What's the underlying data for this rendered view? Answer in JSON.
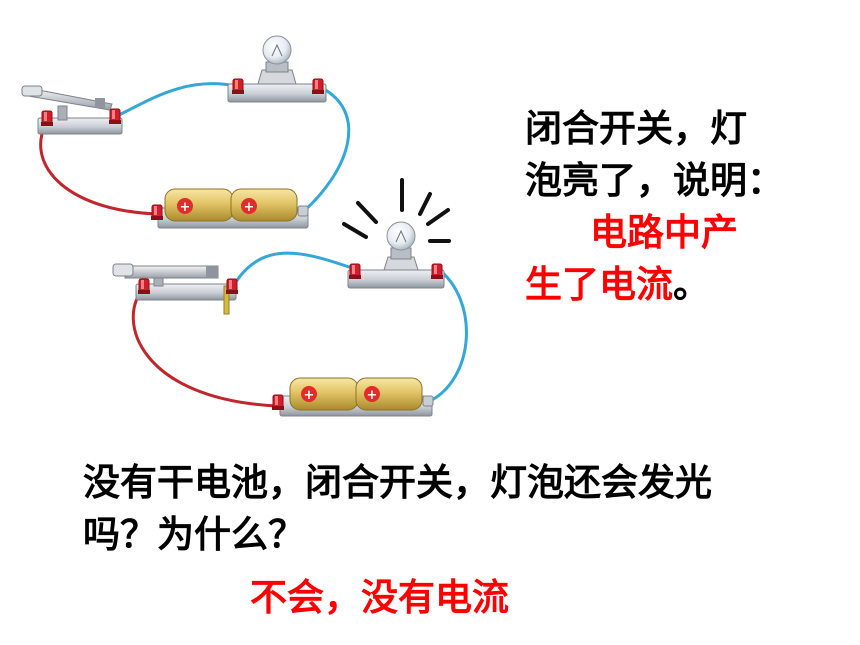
{
  "statement": {
    "line1": "闭合开关，灯",
    "line2": "泡亮了，说明：",
    "answer_part1": "电路中产",
    "answer_part2": "生了电流",
    "answer_end": "。"
  },
  "question": {
    "line1": "没有干电池，闭合开关，灯泡还会发光",
    "line2": "吗？为什么？"
  },
  "answer": "不会，没有电流",
  "colors": {
    "text": "#000000",
    "answer": "#ff0000",
    "red_wire": "#c0262c",
    "blue_wire": "#33a7d8",
    "battery": "#e0c060",
    "base": "#c8ccd2"
  },
  "icons": [
    "knife-switch-icon",
    "light-bulb-icon",
    "battery-icon",
    "terminal-icon",
    "light-ray-icon"
  ]
}
